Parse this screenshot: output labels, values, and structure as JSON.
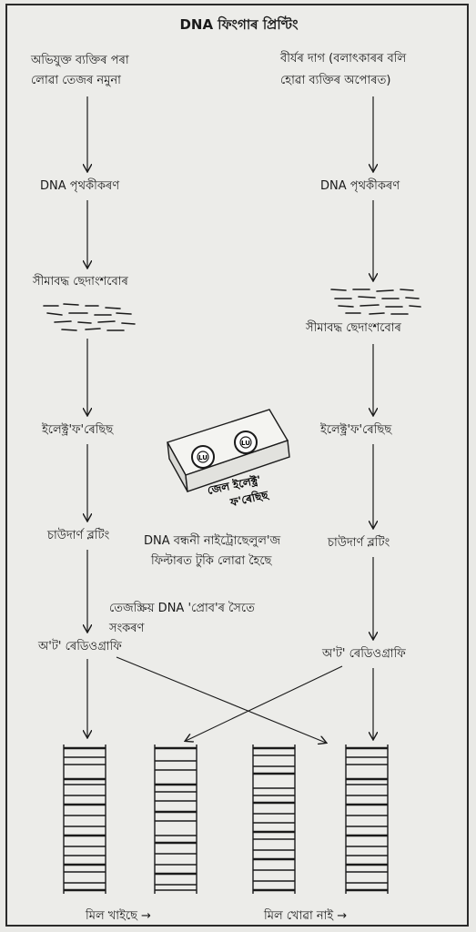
{
  "title": "DNA ফিংগাৰ প্ৰিণ্টিং",
  "left": {
    "sample_line1": "অভিযুক্ত ব্যক্তিৰ পৰা",
    "sample_line2": "লোৱা তেজৰ নমুনা",
    "isolation": "DNA পৃথকীকৰণ",
    "fragments": "সীমাবদ্ধ ছেদাংশবোৰ",
    "electrophoresis": "ইলেক্ট্ৰ'ফ'ৰেছিছ",
    "blotting": "চাউদাৰ্ণ ব্লটিং",
    "autoradiography": "অ'ট' ৰেডিওগ্ৰাফি"
  },
  "right": {
    "sample_line1": "বীৰ্যৰ দাগ (বলাৎকাৰৰ বলি",
    "sample_line2": "হোৱা ব্যক্তিৰ অপোৰত)",
    "isolation": "DNA পৃথকীকৰণ",
    "fragments": "সীমাবদ্ধ ছেদাংশবোৰ",
    "electrophoresis": "ইলেক্ট্ৰ'ফ'ৰেছিছ",
    "blotting": "চাউদাৰ্ণ ব্লটিং",
    "autoradiography": "অ'ট' ৰেডিওগ্ৰাফি"
  },
  "gel": {
    "label_line1": "জেল ইলেক্ট্ৰ'",
    "label_line2": "ফ'ৰেছিছ",
    "well_left": "LU",
    "well_right": "LU"
  },
  "notes": {
    "nitrocellulose_line1": "DNA বন্ধনী নাইট্ৰোছেলুল'জ",
    "nitrocellulose_line2": "ফিল্টাৰত টুকি লোৱা হৈছে",
    "probe_line1": "তেজস্ক্ৰিয় DNA 'প্ৰোব'ৰ সৈতে",
    "probe_line2": "সংকৰণ"
  },
  "results": {
    "match": "মিল খাইছে →",
    "no_match": "মিল খোৱা নাই →"
  },
  "colors": {
    "ink": "#1a1a1a",
    "highlight": "#2e7d4f",
    "paper": "#ecece9"
  }
}
